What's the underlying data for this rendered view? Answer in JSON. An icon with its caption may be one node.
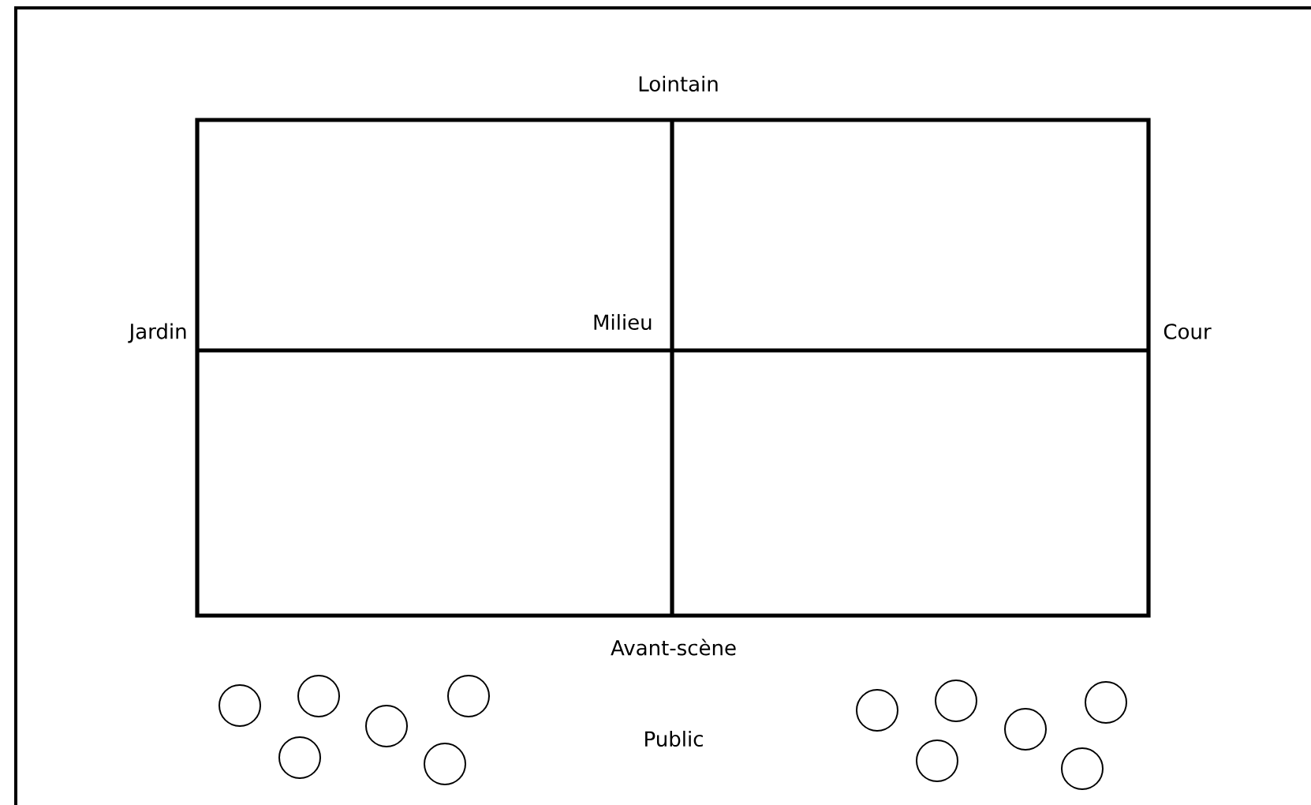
{
  "diagram": {
    "nodes": [
      {
        "text": [],
        "shape": "circle"
      },
      {
        "text": [],
        "shape": "circle"
      },
      {
        "text": [],
        "shape": "circle"
      },
      {
        "text": [],
        "shape": "circle"
      },
      {
        "text": [],
        "shape": "circle"
      },
      {
        "text": [],
        "shape": "circle"
      },
      {
        "text": [],
        "shape": "circle"
      },
      {
        "text": [],
        "shape": "circle"
      },
      {
        "text": [],
        "shape": "circle"
      },
      {
        "text": [],
        "shape": "circle"
      },
      {
        "text": [],
        "shape": "circle"
      },
      {
        "text": [],
        "shape": "circle"
      }
    ],
    "labels": [
      "Lointain",
      "Jardin",
      "Milieu",
      "Cour",
      "Avant-scène",
      "Public"
    ]
  }
}
